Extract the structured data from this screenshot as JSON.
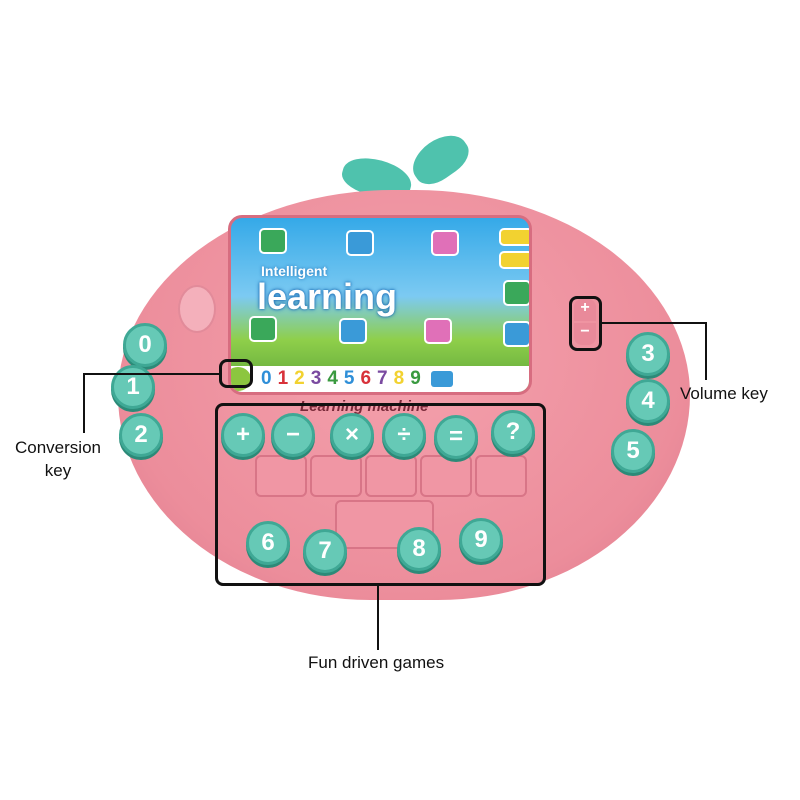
{
  "device": {
    "screen_title_small": "Intelligent",
    "screen_title_big": "learning",
    "subtitle": "Learning machine",
    "digits": [
      "0",
      "1",
      "2",
      "3",
      "4",
      "5",
      "6",
      "7",
      "8",
      "9"
    ],
    "digit_colors": [
      "#2f8fd8",
      "#d8323a",
      "#f2d230",
      "#7a4aa0",
      "#3a9a40",
      "#2f8fd8",
      "#d8323a",
      "#7a4aa0",
      "#f2d230",
      "#3a9a40"
    ],
    "left_keys": [
      "0",
      "1",
      "2"
    ],
    "right_keys": [
      "3",
      "4",
      "5"
    ],
    "operator_keys": [
      "+",
      "−",
      "×",
      "÷",
      "=",
      "?"
    ],
    "bottom_keys": [
      "6",
      "7",
      "8",
      "9"
    ],
    "volume_buttons": [
      "+",
      "−"
    ]
  },
  "callouts": {
    "volume": "Volume key",
    "conversion": "Conversion key",
    "games": "Fun driven games"
  }
}
